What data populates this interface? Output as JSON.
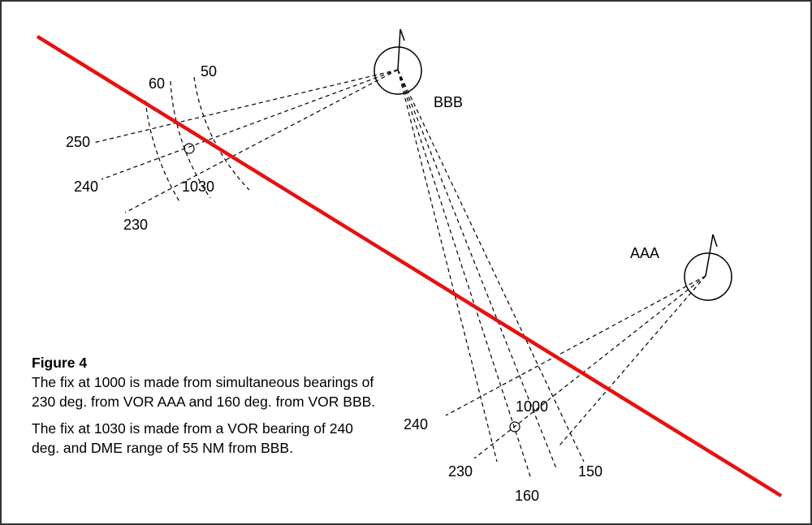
{
  "colors": {
    "track": "#e81010",
    "lines": "#000000"
  },
  "stations": {
    "bbb": {
      "name": "BBB"
    },
    "aaa": {
      "name": "AAA"
    }
  },
  "labels": {
    "bbb_radial_250": "250",
    "bbb_radial_240": "240",
    "bbb_radial_230": "230",
    "dme_60": "60",
    "dme_50": "50",
    "fix_1030": "1030",
    "aaa_radial_240": "240",
    "aaa_radial_230": "230",
    "bbb_radial_160": "160",
    "bbb_radial_150": "150",
    "fix_1000": "1000"
  },
  "caption": {
    "title": "Figure 4",
    "paragraph1": "The fix at 1000 is made from simultaneous bearings of 230 deg. from VOR AAA and 160 deg. from VOR BBB.",
    "paragraph2": "The fix at 1030 is made from a VOR bearing of 240 deg. and DME range of 55 NM from BBB."
  }
}
